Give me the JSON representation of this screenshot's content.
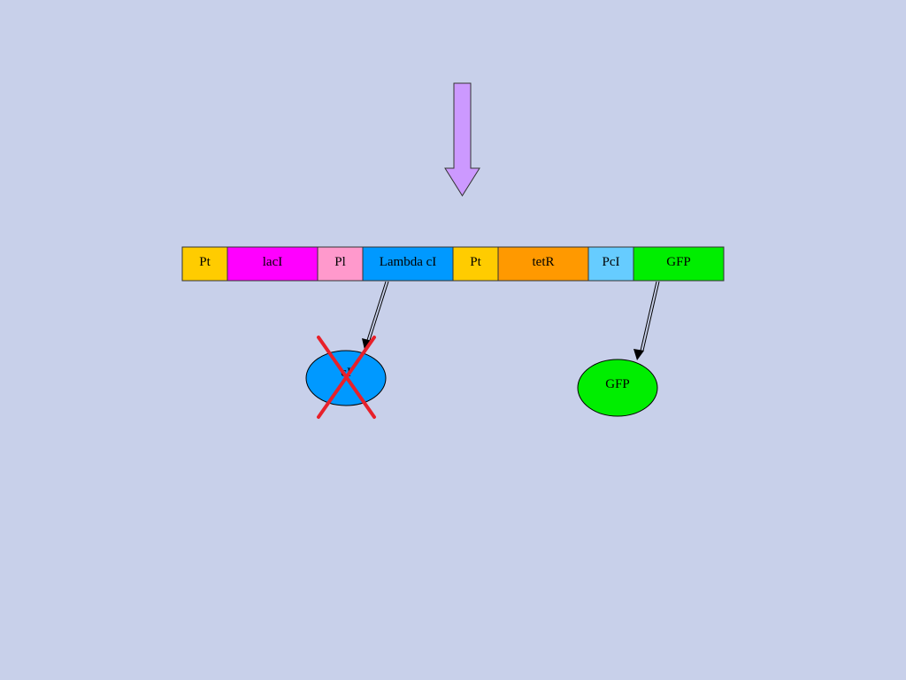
{
  "construct": {
    "segments": [
      {
        "label": "Pt",
        "color": "#ffcc00"
      },
      {
        "label": "lacI",
        "color": "#ff00ff"
      },
      {
        "label": "Pl",
        "color": "#ff99cc"
      },
      {
        "label": "Lambda cI",
        "color": "#0099ff"
      },
      {
        "label": "Pt",
        "color": "#ffcc00"
      },
      {
        "label": "tetR",
        "color": "#ff9900"
      },
      {
        "label": "PcI",
        "color": "#66ccff"
      },
      {
        "label": "GFP",
        "color": "#00ee00"
      }
    ]
  },
  "proteins": {
    "cI": {
      "label": "cI",
      "color": "#0099ff",
      "crossed_out": true,
      "cross_color": "#e8202a"
    },
    "gfp": {
      "label": "GFP",
      "color": "#00ee00",
      "crossed_out": false
    }
  },
  "inducer_arrow": {
    "color": "#cc99ff"
  },
  "background_color": "#c8d0ea"
}
